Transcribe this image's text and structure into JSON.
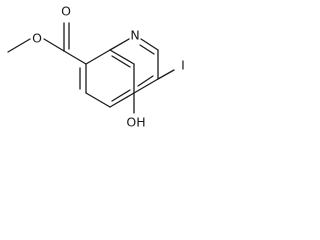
{
  "molecule": {
    "atoms": {
      "ester_oxygen": "O",
      "carbonyl_oxygen": "O",
      "ring_nitrogen": "N",
      "iodine": "I",
      "hydroxyl": "OH"
    }
  }
}
